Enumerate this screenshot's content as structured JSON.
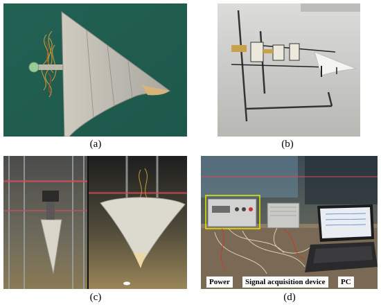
{
  "captions": {
    "a": "(a)",
    "b": "(b)",
    "c": "(c)",
    "d": "(d)"
  },
  "panel_d": {
    "label_power": "Power",
    "label_signal": "Signal acquisition device",
    "label_pc": "PC"
  },
  "colors": {
    "board_green": "#1f5d4f",
    "fin_gray": "#b8b6ae",
    "highlight_box": "#e8e800",
    "tank_water": "#8a7a55"
  }
}
